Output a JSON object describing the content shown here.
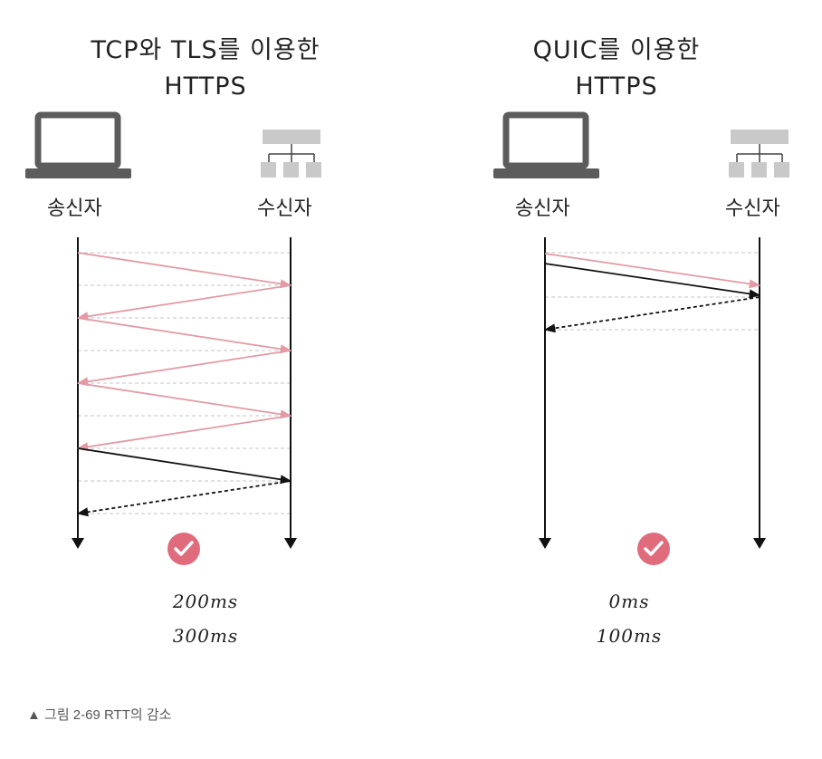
{
  "left": {
    "title_line1": "TCP와 TLS를 이용한",
    "title_line2": "HTTPS",
    "sender": "송신자",
    "receiver": "수신자",
    "timing1": "200ms",
    "timing2": "300ms"
  },
  "right": {
    "title_line1": "QUIC를 이용한",
    "title_line2": "HTTPS",
    "sender": "송신자",
    "receiver": "수신자",
    "timing1": "0ms",
    "timing2": "100ms"
  },
  "caption": "▲ 그림 2-69 RTT의 감소",
  "colors": {
    "pink": "#e39aa5",
    "check_badge": "#e06b7c",
    "icon_gray": "#5c5c5c",
    "server_gray": "#c9c9c9",
    "dashed_guide": "#c4c4c4",
    "arrow_dark": "#111111"
  }
}
